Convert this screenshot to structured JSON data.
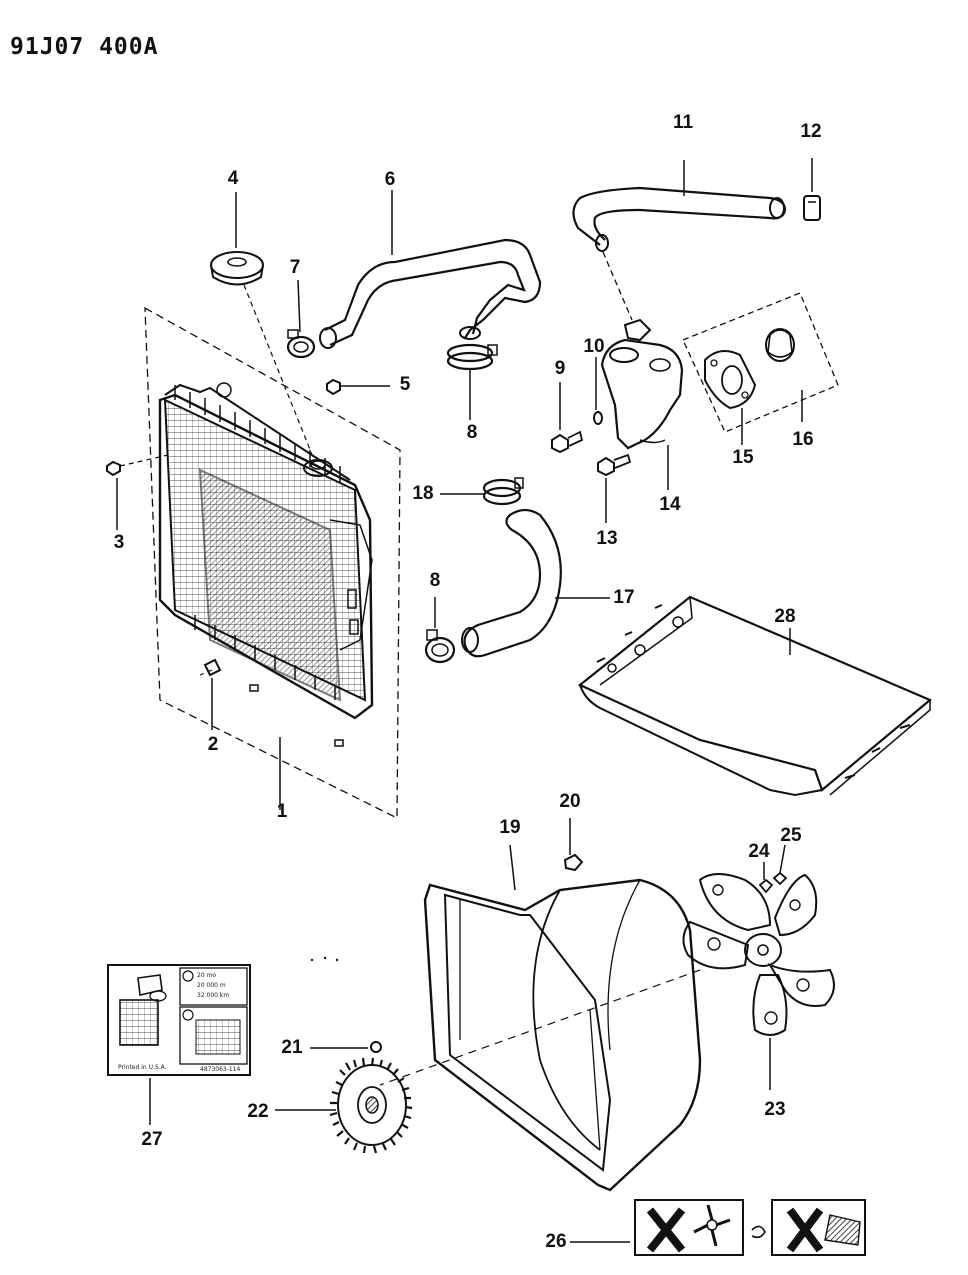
{
  "header": {
    "code": "91J07 400A"
  },
  "callouts": [
    "1",
    "2",
    "3",
    "4",
    "5",
    "6",
    "7",
    "8",
    "8",
    "9",
    "10",
    "11",
    "12",
    "13",
    "14",
    "15",
    "16",
    "17",
    "18",
    "19",
    "20",
    "21",
    "22",
    "23",
    "24",
    "25",
    "26",
    "27",
    "28"
  ],
  "label_27": {
    "line1": "20 mo",
    "line2": "20 000 m",
    "line3": "32 000 km",
    "made_in": "Printed in U.S.A.",
    "part_no": "4873063-114"
  },
  "colors": {
    "ink": "#111111",
    "paper": "#ffffff",
    "shade": "#333333"
  }
}
